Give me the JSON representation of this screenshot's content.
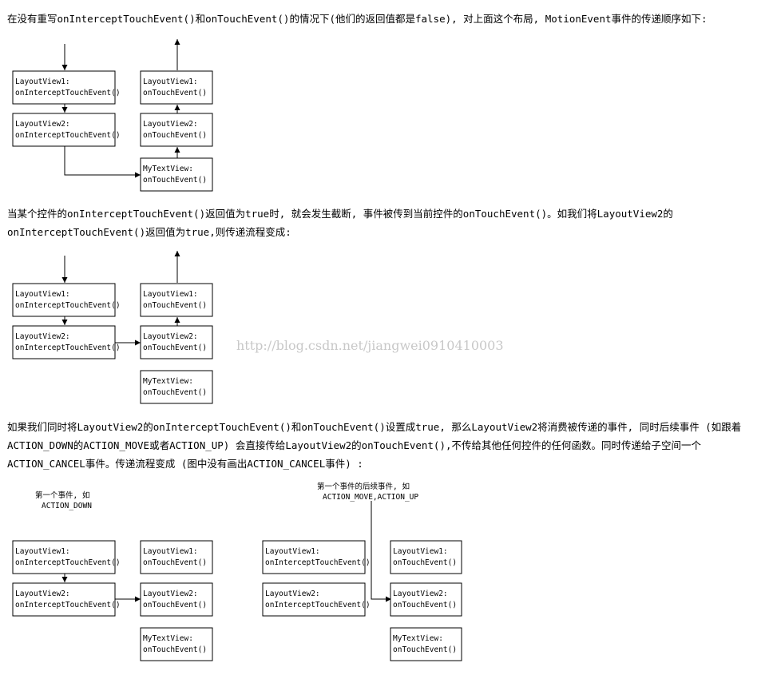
{
  "paragraphs": {
    "p1": "在没有重写onInterceptTouchEvent()和onTouchEvent()的情况下(他们的返回值都是false), 对上面这个布局, MotionEvent事件的传递顺序如下:",
    "p2_line1": "当某个控件的onInterceptTouchEvent()返回值为true时, 就会发生截断, 事件被传到当前控件的onTouchEvent()。如我们将LayoutView2的",
    "p2_line2": "onInterceptTouchEvent()返回值为true,则传递流程变成:",
    "p3_line1": "  如果我们同时将LayoutView2的onInterceptTouchEvent()和onTouchEvent()设置成true, 那么LayoutView2将消费被传递的事件, 同时后续事件 (如跟着",
    "p3_line2": "ACTION_DOWN的ACTION_MOVE或者ACTION_UP) 会直接传给LayoutView2的onTouchEvent(),不传给其他任何控件的任何函数。同时传递给子空间一个",
    "p3_line3": "ACTION_CANCEL事件。传递流程变成 (图中没有画出ACTION_CANCEL事件) :"
  },
  "watermark": "http://blog.csdn.net/jiangwei0910410003",
  "box_labels": {
    "lv1": "LayoutView1:",
    "lv2": "LayoutView2:",
    "mtv": "MyTextView:",
    "intercept": "onInterceptTouchEvent()",
    "touch": "onTouchEvent()"
  },
  "notes": {
    "first_event_l1": "第一个事件, 如",
    "first_event_l2": "ACTION_DOWN",
    "later_events_l1": "第一个事件的后续事件, 如",
    "later_events_l2": "ACTION_MOVE,ACTION_UP"
  }
}
